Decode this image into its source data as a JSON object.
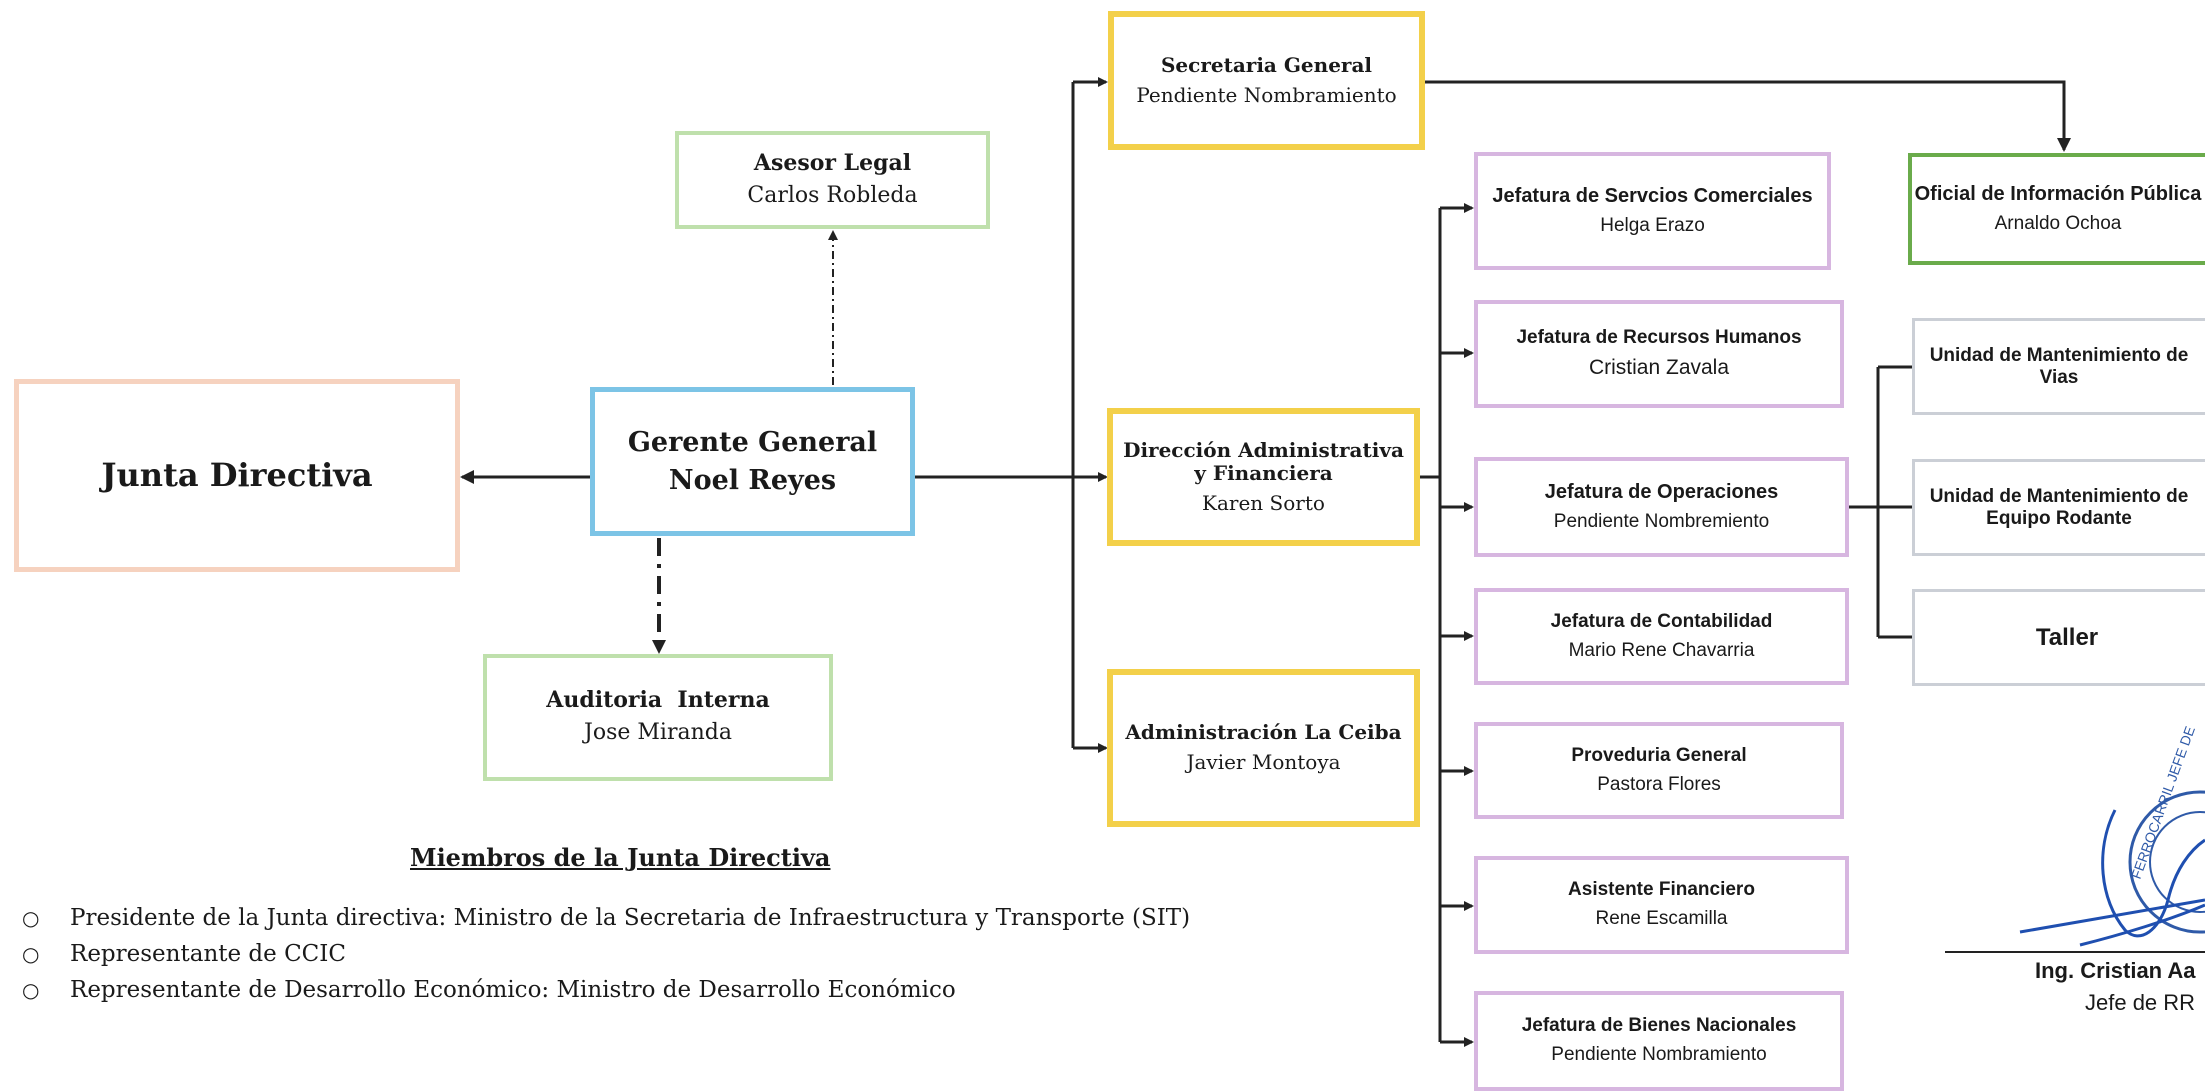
{
  "board": {
    "title": "Junta Directiva"
  },
  "gm": {
    "title": "Gerente General",
    "name": "Noel Reyes"
  },
  "legal": {
    "title": "Asesor Legal",
    "name": "Carlos Robleda"
  },
  "audit": {
    "title": "Auditoria  Interna",
    "name": "Jose Miranda"
  },
  "secretaria": {
    "title": "Secretaria General",
    "name": "Pendiente Nombramiento"
  },
  "direccion": {
    "title": "Dirección Administrativa y Financiera",
    "name": "Karen Sorto"
  },
  "ceiba": {
    "title": "Administración La Ceiba",
    "name": "Javier Montoya"
  },
  "depts": [
    {
      "title": "Jefatura de Servcios Comerciales",
      "name": "Helga Erazo"
    },
    {
      "title": "Jefatura de Recursos Humanos",
      "name": "Cristian Zavala"
    },
    {
      "title": "Jefatura de Operaciones",
      "name": "Pendiente Nombremiento"
    },
    {
      "title": "Jefatura de Contabilidad",
      "name": "Mario Rene Chavarria"
    },
    {
      "title": "Proveduria General",
      "name": "Pastora Flores"
    },
    {
      "title": "Asistente Financiero",
      "name": "Rene Escamilla"
    },
    {
      "title": "Jefatura de Bienes Nacionales",
      "name": "Pendiente Nombramiento"
    }
  ],
  "oficial": {
    "title": "Oficial de Información Pública",
    "name": "Arnaldo Ochoa"
  },
  "units": [
    {
      "title": "Unidad de Mantenimiento de Vias"
    },
    {
      "title": "Unidad de Mantenimiento de Equipo Rodante"
    },
    {
      "title": "Taller"
    }
  ],
  "members": {
    "heading": "Miembros de la Junta Directiva",
    "items": [
      "Presidente de la Junta directiva: Ministro de la Secretaria de Infraestructura y Transporte (SIT)",
      "Representante de CCIC",
      "Representante de Desarrollo Económico: Ministro de Desarrollo Económico"
    ]
  },
  "signature": {
    "name": "Ing. Cristian Aa",
    "role": "Jefe de RR",
    "seal_text": "FERROCARRIL JEFE DE"
  },
  "colors": {
    "board": "#f6d2bf",
    "gm": "#7cc4e6",
    "advisory": "#bfe0ac",
    "directorate": "#f3d04a",
    "department": "#d7b6e0",
    "oficial": "#6aab4b",
    "unit": "#cbcfd6",
    "signature_ink": "#1f4fb0",
    "line": "#222222"
  }
}
